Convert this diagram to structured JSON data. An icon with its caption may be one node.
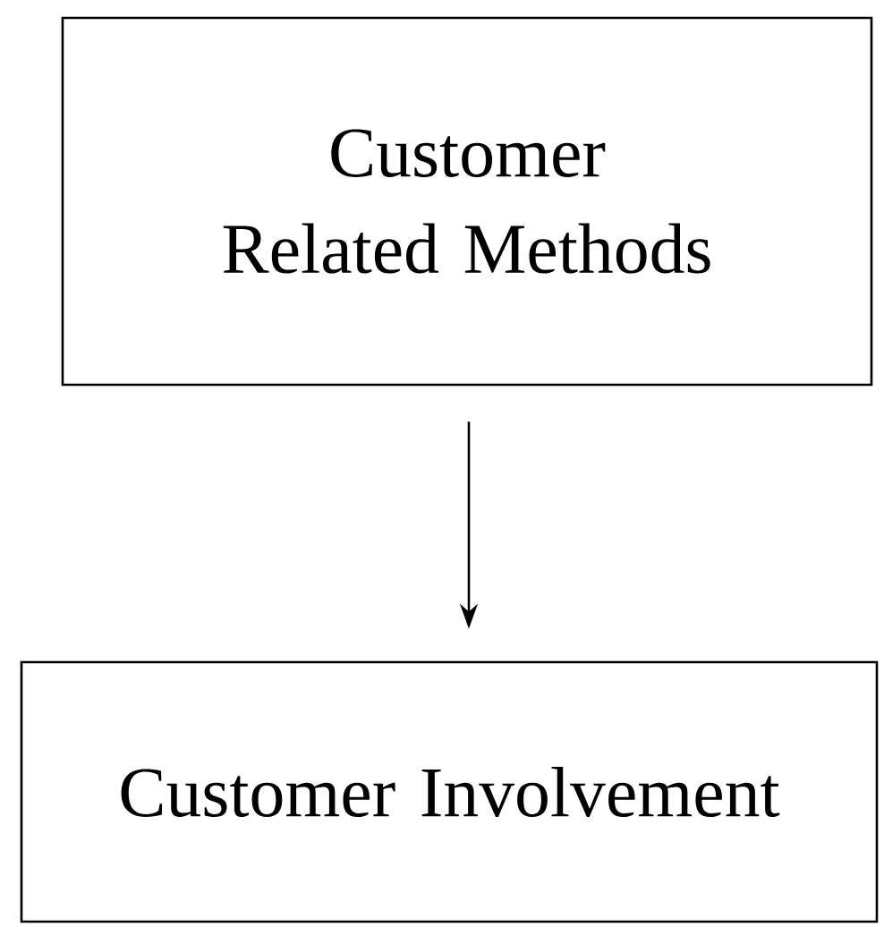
{
  "diagram": {
    "nodes": [
      {
        "text": [
          "Customer Related Methods"
        ]
      },
      {
        "text": [
          "Customer Involvement"
        ]
      }
    ],
    "edges": [
      {
        "from": 0,
        "to": 1,
        "arrow": "to"
      }
    ]
  }
}
